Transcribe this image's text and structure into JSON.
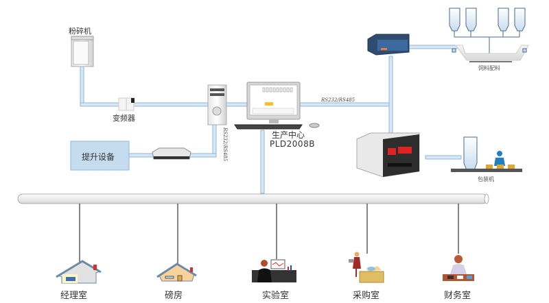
{
  "diagram": {
    "central": {
      "title": "生产中心",
      "model": "PLD2008B"
    },
    "devices": {
      "crusher": "粉碎机",
      "inverter": "变频器",
      "hoist": "提升设备",
      "feed_batching": "饲料配料",
      "packing_machine": "包装机"
    },
    "protocols": {
      "top_link": "RS232/RS485",
      "side_link": "RS232/RS485"
    },
    "departments": [
      "经理室",
      "磅房",
      "实验室",
      "采购室",
      "财务室"
    ],
    "colors": {
      "link_fill": "#cfe3f3",
      "link_stroke": "#8fb6d8",
      "bus_fill": "#f2f2f2",
      "drop_line": "#333333"
    }
  }
}
